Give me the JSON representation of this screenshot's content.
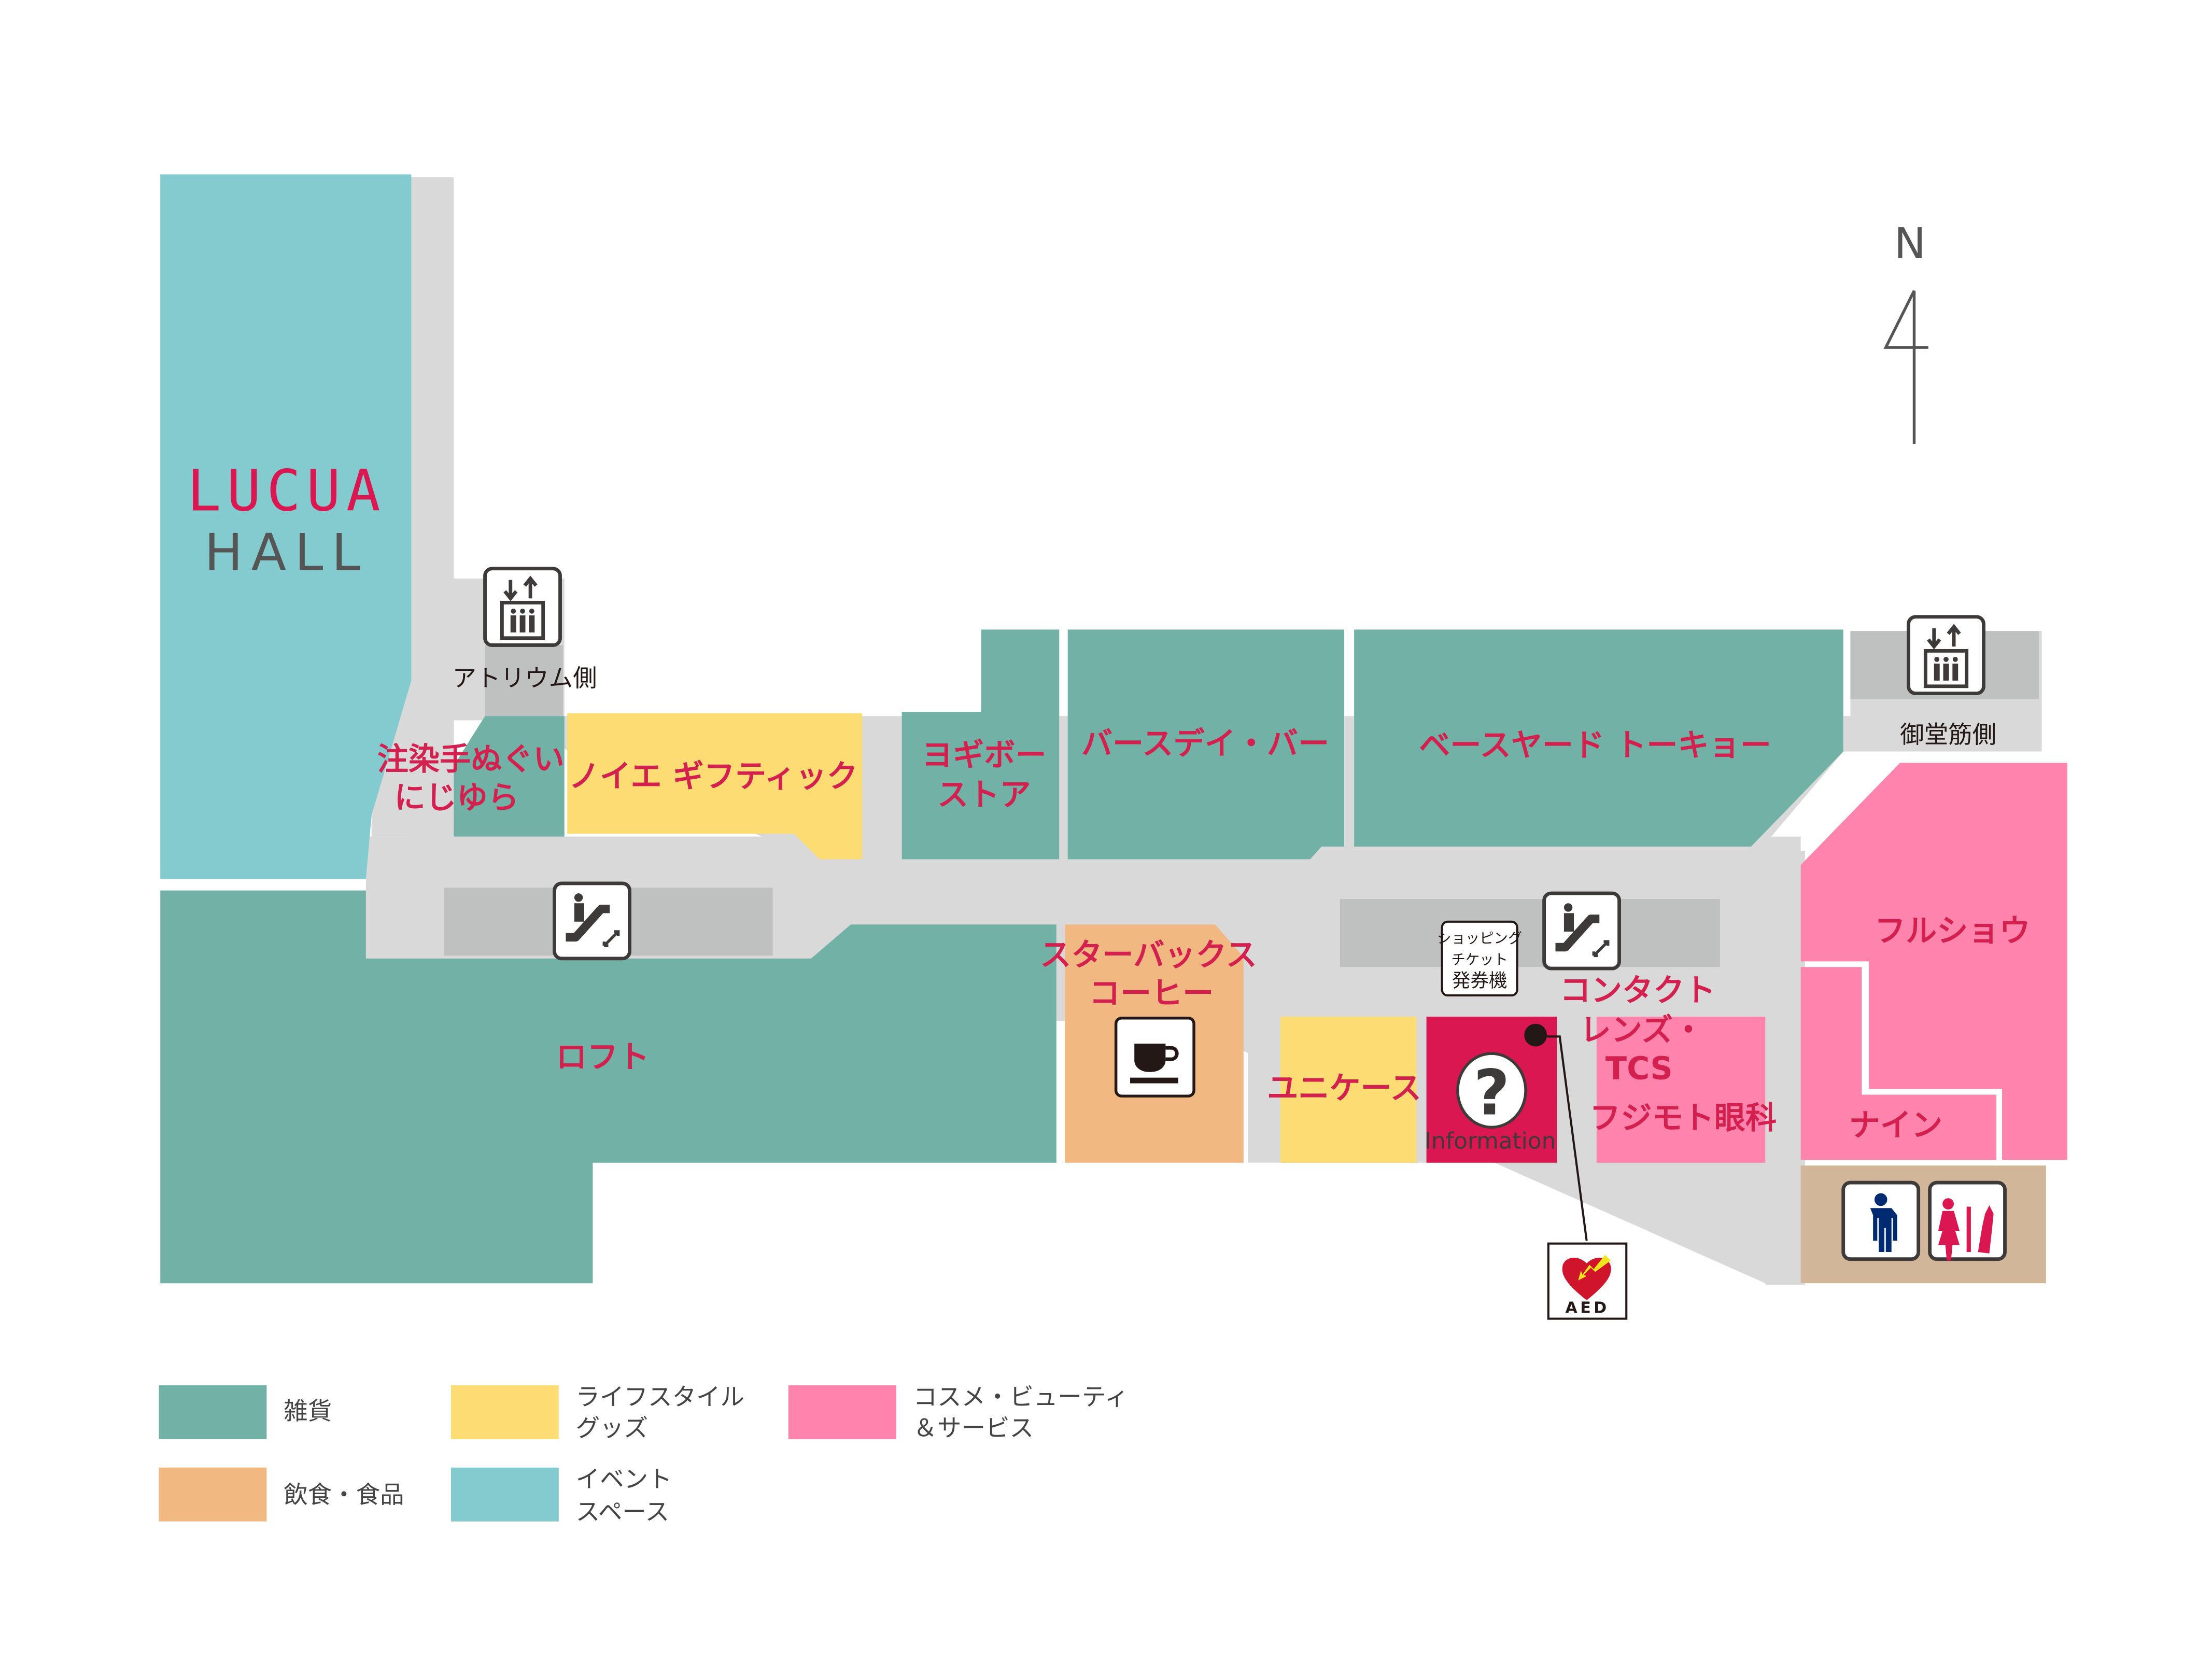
{
  "colors": {
    "zakka": "#72b1a5",
    "lifestyle": "#fedc74",
    "cosme": "#fe84ae",
    "food": "#f1b882",
    "event": "#84cbd0",
    "corridor": "#d9d9d9",
    "escalator_zone": "#bfc1c0",
    "info": "#da1750",
    "restroom": "#d2b699",
    "label": "#d4204f"
  },
  "hall": {
    "brand": "LUCUA",
    "name": "HALL"
  },
  "compass": {
    "label": "N"
  },
  "elevators": [
    {
      "label": "アトリウム側"
    },
    {
      "label": "御堂筋側"
    }
  ],
  "shops": {
    "nijiyura": [
      "注染手ぬぐい",
      "にじゆら"
    ],
    "noie": "ノイエ ギフティック",
    "yogibo": [
      "ヨギボー",
      "ストア"
    ],
    "birthday_bar": "バースデイ・バー",
    "baseyard": "ベースヤード トーキョー",
    "starbucks": [
      "スターバックス",
      "コーヒー"
    ],
    "loft": "ロフト",
    "unicase": "ユニケース",
    "contact_lens": [
      "コンタクト",
      "レンズ・",
      "TCS"
    ],
    "fujimoto": "フジモト眼科",
    "furusho": "フルショウ",
    "nine": "ナイン"
  },
  "ticket_machine": [
    "ショッピング",
    "チケット",
    "発券機"
  ],
  "information": {
    "label": "Information",
    "symbol": "?"
  },
  "aed": {
    "label": "AED"
  },
  "legend": [
    {
      "color": "#72b1a5",
      "lines": [
        "雑貨"
      ]
    },
    {
      "color": "#fedc74",
      "lines": [
        "ライフスタイル",
        "グッズ"
      ]
    },
    {
      "color": "#fe84ae",
      "lines": [
        "コスメ・ビューティ",
        "＆サービス"
      ]
    },
    {
      "color": "#f1b882",
      "lines": [
        "飲食・食品"
      ]
    },
    {
      "color": "#84cbd0",
      "lines": [
        "イベント",
        "スペース"
      ]
    }
  ]
}
